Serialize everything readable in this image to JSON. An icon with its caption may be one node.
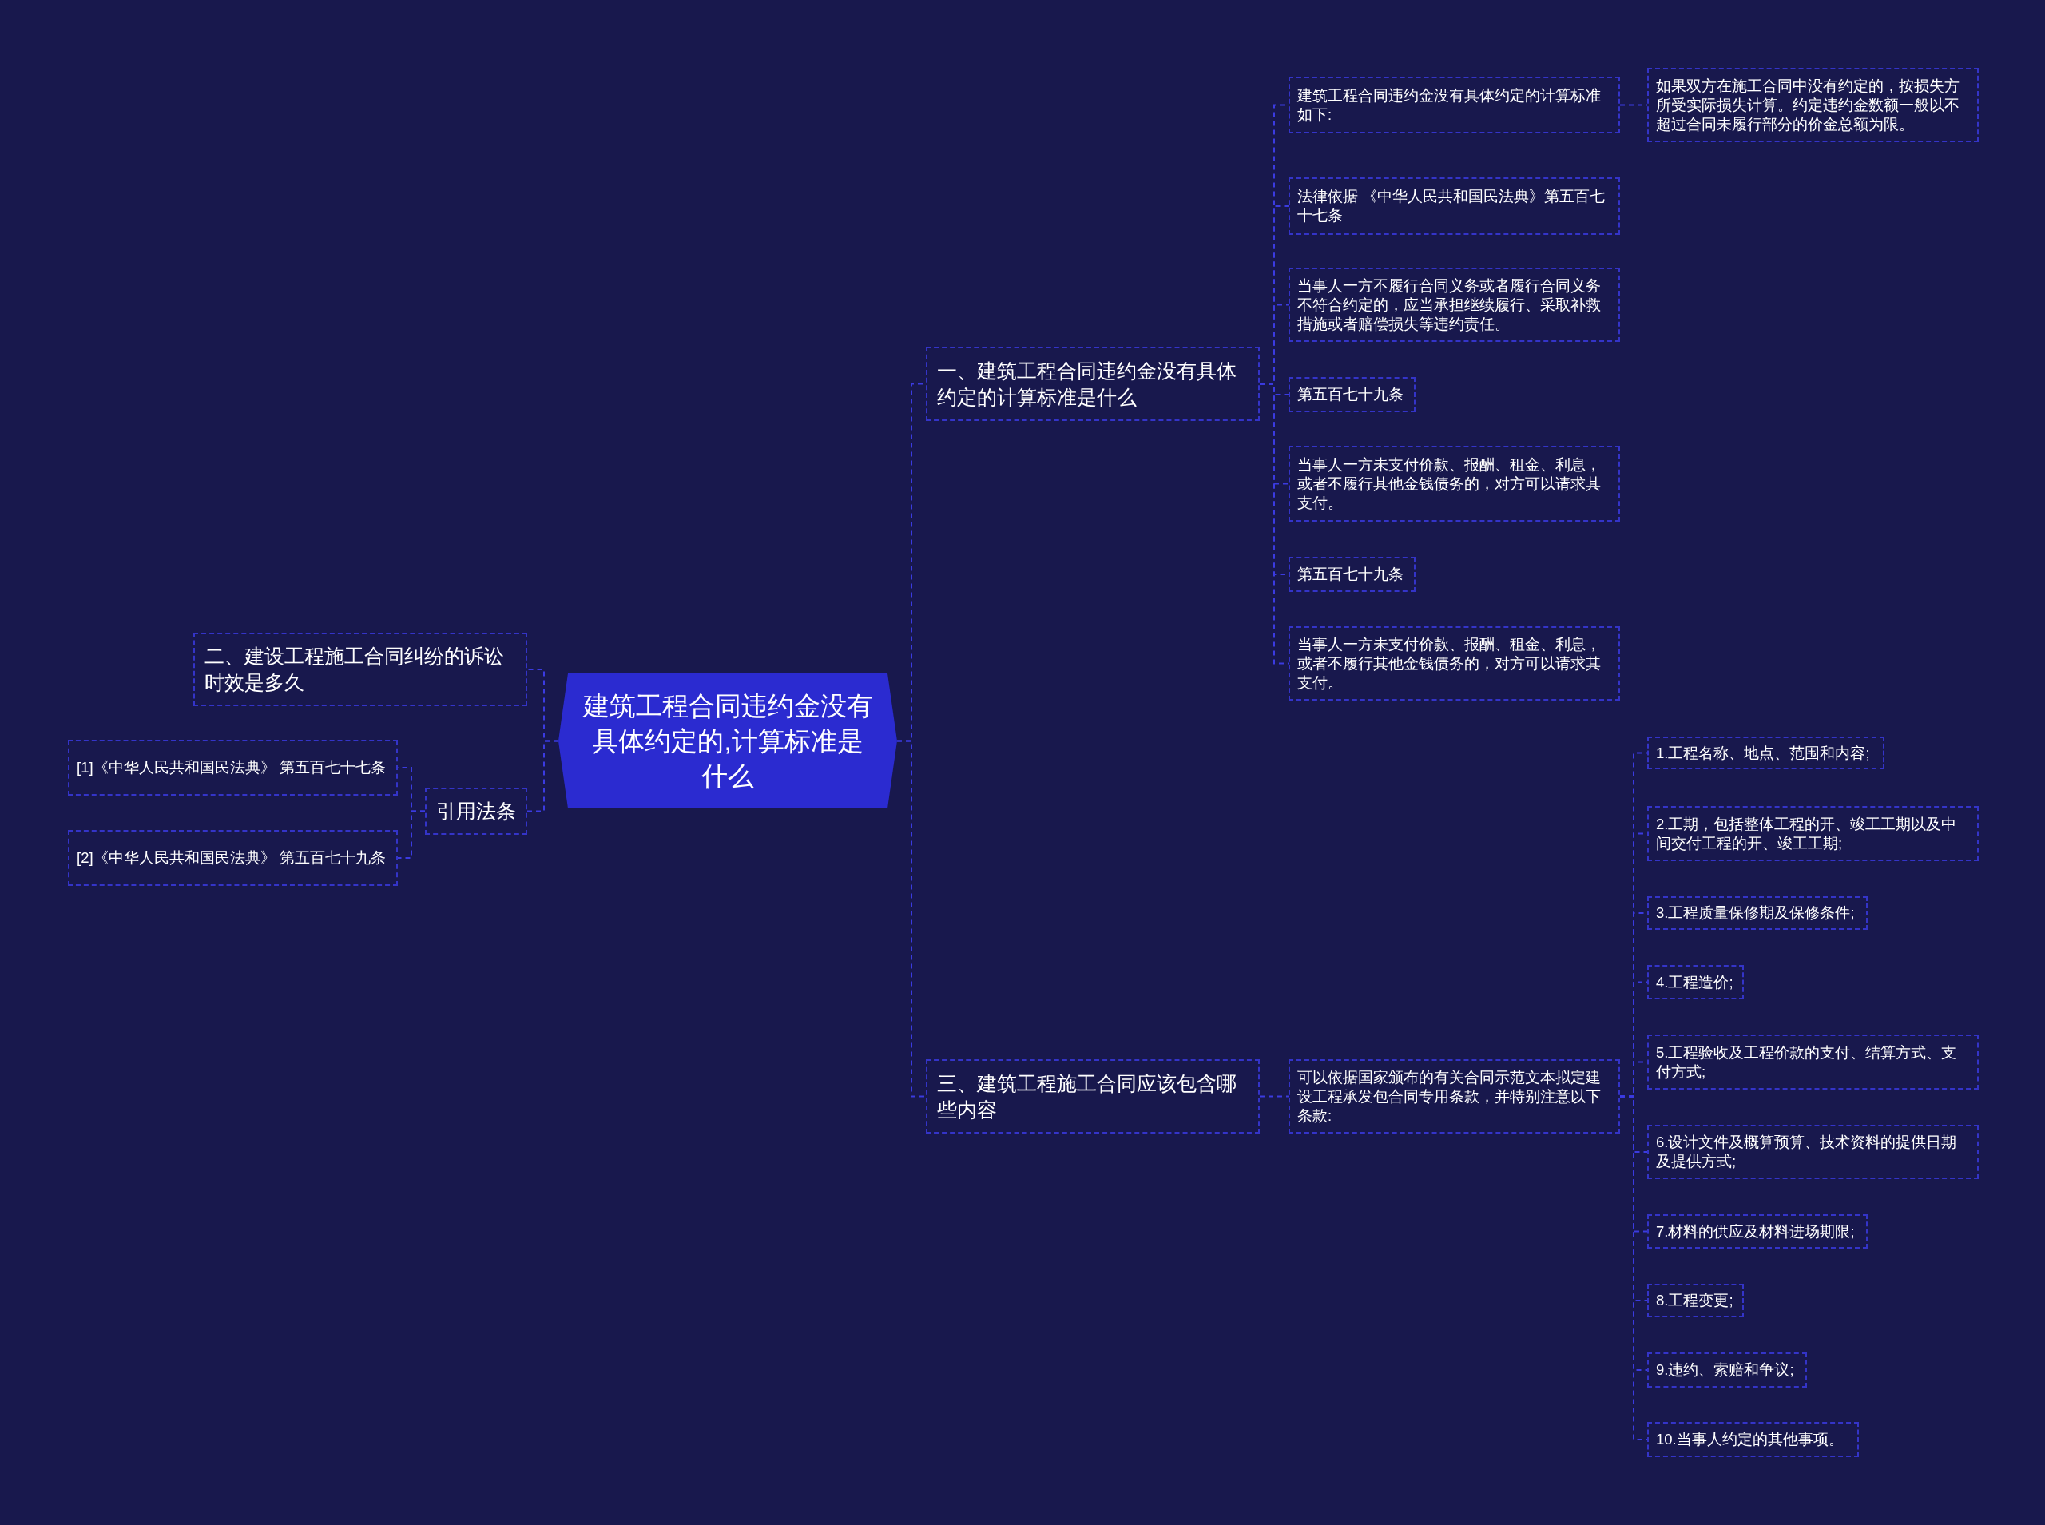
{
  "diagram": {
    "nodes": [
      {
        "text": [
          "建筑工程合同违约金没有具体约定的,计算标准是什么"
        ]
      },
      {
        "text": [
          "一、建筑工程合同违约金没有具体约定的计算标准是什么"
        ]
      },
      {
        "text": [
          "建筑工程合同违约金没有具体约定的计算标准如下:"
        ]
      },
      {
        "text": [
          "如果双方在施工合同中没有约定的，按损失方所受实际损失计算。约定违约金数额一般以不超过合同未履行部分的价金总额为限。"
        ]
      },
      {
        "text": [
          "法律依据 《中华人民共和国民法典》第五百七十七条"
        ]
      },
      {
        "text": [
          "当事人一方不履行合同义务或者履行合同义务不符合约定的，应当承担继续履行、采取补救措施或者赔偿损失等违约责任。"
        ]
      },
      {
        "text": [
          "第五百七十九条"
        ]
      },
      {
        "text": [
          "当事人一方未支付价款、报酬、租金、利息，或者不履行其他金钱债务的，对方可以请求其支付。"
        ]
      },
      {
        "text": [
          "第五百七十九条"
        ]
      },
      {
        "text": [
          "当事人一方未支付价款、报酬、租金、利息，或者不履行其他金钱债务的，对方可以请求其支付。"
        ]
      },
      {
        "text": [
          "三、建筑工程施工合同应该包含哪些内容"
        ]
      },
      {
        "text": [
          "可以依据国家颁布的有关合同示范文本拟定建设工程承发包合同专用条款，并特别注意以下条款:"
        ]
      },
      {
        "text": [
          "1.工程名称、地点、范围和内容;"
        ]
      },
      {
        "text": [
          "2.工期，包括整体工程的开、竣工工期以及中间交付工程的开、竣工工期;"
        ]
      },
      {
        "text": [
          "3.工程质量保修期及保修条件;"
        ]
      },
      {
        "text": [
          "4.工程造价;"
        ]
      },
      {
        "text": [
          "5.工程验收及工程价款的支付、结算方式、支付方式;"
        ]
      },
      {
        "text": [
          "6.设计文件及概算预算、技术资料的提供日期及提供方式;"
        ]
      },
      {
        "text": [
          "7.材料的供应及材料进场期限;"
        ]
      },
      {
        "text": [
          "8.工程变更;"
        ]
      },
      {
        "text": [
          "9.违约、索赔和争议;"
        ]
      },
      {
        "text": [
          "10.当事人约定的其他事项。"
        ]
      },
      {
        "text": [
          "二、建设工程施工合同纠纷的诉讼时效是多久"
        ]
      },
      {
        "text": [
          "引用法条"
        ]
      },
      {
        "text": [
          "[1]《中华人民共和国民法典》 第五百七十七条"
        ]
      },
      {
        "text": [
          "[2]《中华人民共和国民法典》 第五百七十九条"
        ]
      }
    ],
    "edges": [
      {
        "from": 0,
        "to": 1,
        "arrow": "none"
      },
      {
        "from": 1,
        "to": 2,
        "arrow": "none"
      },
      {
        "from": 2,
        "to": 3,
        "arrow": "none"
      },
      {
        "from": 1,
        "to": 4,
        "arrow": "none"
      },
      {
        "from": 1,
        "to": 5,
        "arrow": "none"
      },
      {
        "from": 1,
        "to": 6,
        "arrow": "none"
      },
      {
        "from": 1,
        "to": 7,
        "arrow": "none"
      },
      {
        "from": 1,
        "to": 8,
        "arrow": "none"
      },
      {
        "from": 1,
        "to": 9,
        "arrow": "none"
      },
      {
        "from": 0,
        "to": 10,
        "arrow": "none"
      },
      {
        "from": 10,
        "to": 11,
        "arrow": "none"
      },
      {
        "from": 11,
        "to": 12,
        "arrow": "none"
      },
      {
        "from": 11,
        "to": 13,
        "arrow": "none"
      },
      {
        "from": 11,
        "to": 14,
        "arrow": "none"
      },
      {
        "from": 11,
        "to": 15,
        "arrow": "none"
      },
      {
        "from": 11,
        "to": 16,
        "arrow": "none"
      },
      {
        "from": 11,
        "to": 17,
        "arrow": "none"
      },
      {
        "from": 11,
        "to": 18,
        "arrow": "none"
      },
      {
        "from": 11,
        "to": 19,
        "arrow": "none"
      },
      {
        "from": 11,
        "to": 20,
        "arrow": "none"
      },
      {
        "from": 11,
        "to": 21,
        "arrow": "none"
      },
      {
        "from": 0,
        "to": 22,
        "arrow": "none"
      },
      {
        "from": 0,
        "to": 23,
        "arrow": "none"
      },
      {
        "from": 23,
        "to": 24,
        "arrow": "none"
      },
      {
        "from": 23,
        "to": 25,
        "arrow": "none"
      }
    ]
  }
}
